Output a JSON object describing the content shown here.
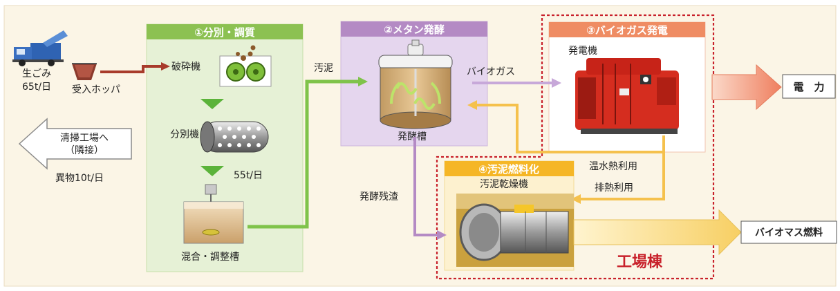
{
  "stages": {
    "sort": {
      "title": "①分別・調質"
    },
    "methane": {
      "title": "②メタン発酵"
    },
    "biogas": {
      "title": "③バイオガス発電"
    },
    "sludge": {
      "title": "④汚泥燃料化"
    }
  },
  "labels": {
    "waste": "生ごみ",
    "waste_amount": "65t/日",
    "hopper": "受入ホッパ",
    "crusher": "破砕機",
    "separator": "分別機",
    "after_sort": "55t/日",
    "mixing_tank": "混合・調整槽",
    "sludge_in": "汚泥",
    "fermenter": "発酵槽",
    "biogas_flow": "バイオガス",
    "generator": "発電機",
    "hot_water": "温水熱利用",
    "exhaust_heat": "排熱利用",
    "residue": "発酵残渣",
    "dryer": "汚泥乾燥機",
    "factory": "工場棟",
    "cleaning_plant": "清掃工場へ",
    "adjacent": "（隣接）",
    "foreign_matter": "異物10t/日"
  },
  "outputs": {
    "power": "電　力",
    "biomass_fuel": "バイオマス燃料"
  },
  "colors": {
    "green_panel": "#e6f1d6",
    "green_header": "#8cc152",
    "purple_panel": "#e5d6ee",
    "purple_header": "#b48ac4",
    "orange_header": "#ef8c63",
    "yellow_header": "#f5b626",
    "factory_border": "#c8202a"
  }
}
